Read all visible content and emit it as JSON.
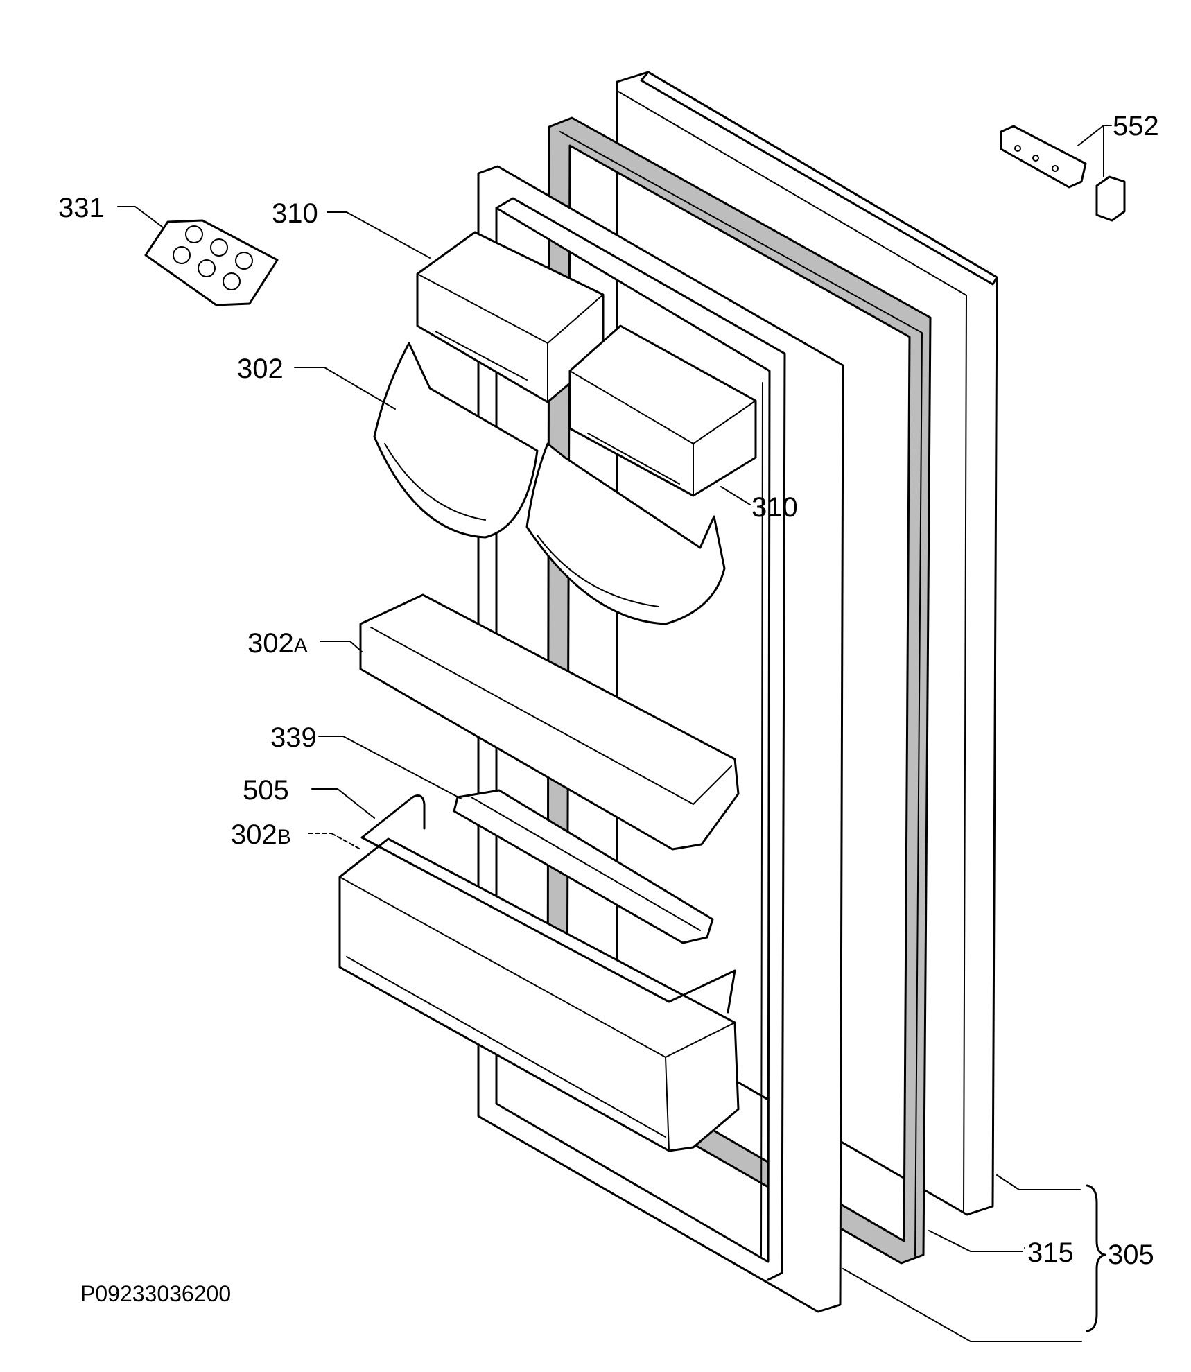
{
  "diagram": {
    "drawing_code": "P09233036200",
    "callouts": [
      {
        "id": "331",
        "text": "331"
      },
      {
        "id": "310-top",
        "text": "310"
      },
      {
        "id": "302",
        "text": "302"
      },
      {
        "id": "310-mid",
        "text": "310"
      },
      {
        "id": "302A",
        "main": "302",
        "suffix": "A"
      },
      {
        "id": "339",
        "text": "339"
      },
      {
        "id": "505",
        "text": "505"
      },
      {
        "id": "302B",
        "main": "302",
        "suffix": "B"
      },
      {
        "id": "552",
        "text": "552"
      },
      {
        "id": "315",
        "text": "315"
      },
      {
        "id": "305",
        "text": "305"
      }
    ]
  }
}
